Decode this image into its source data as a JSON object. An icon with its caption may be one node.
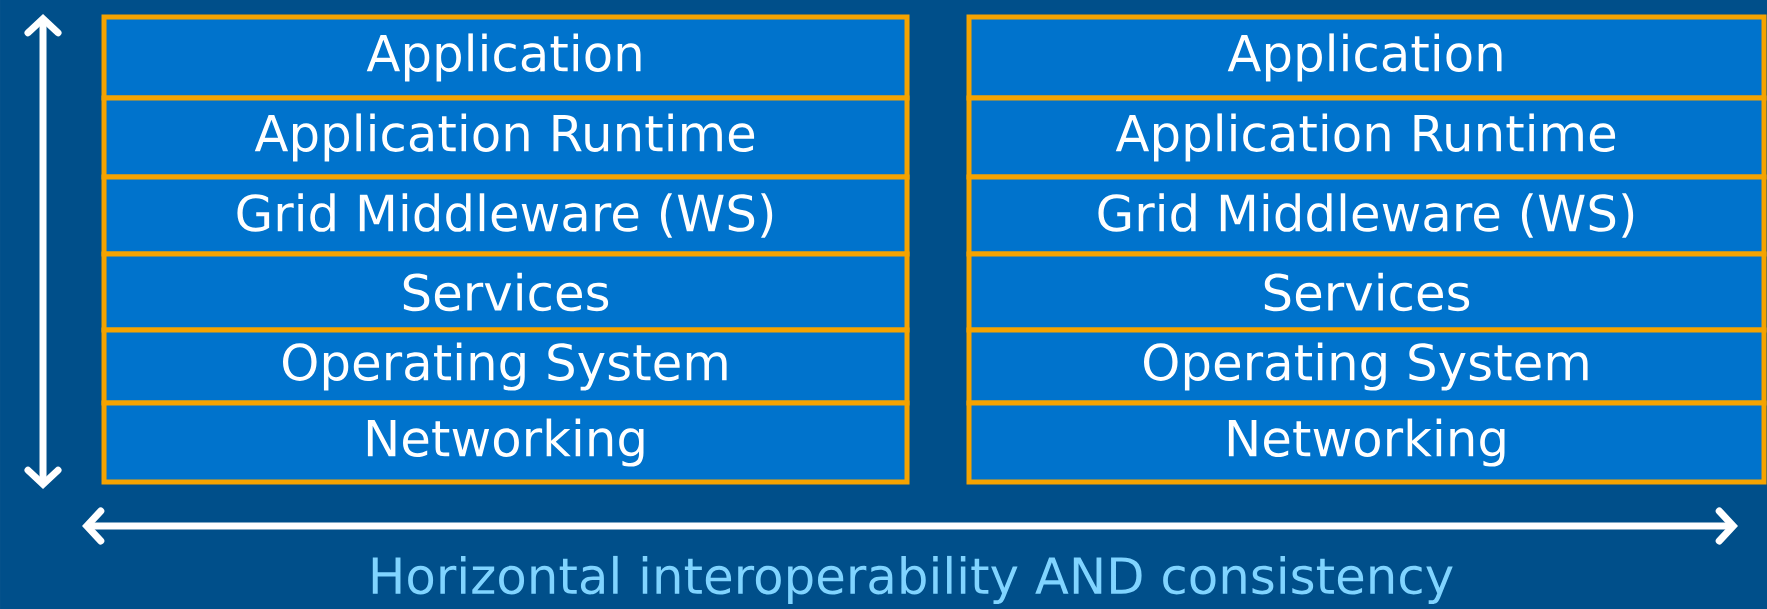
{
  "diagram": {
    "nodes": [
      {
        "text": [
          "Application"
        ]
      },
      {
        "text": [
          "Application Runtime"
        ]
      },
      {
        "text": [
          "Grid Middleware (WS)"
        ]
      },
      {
        "text": [
          "Services"
        ]
      },
      {
        "text": [
          "Operating System"
        ]
      },
      {
        "text": [
          "Networking"
        ]
      },
      {
        "text": [
          "Application"
        ]
      },
      {
        "text": [
          "Application Runtime"
        ]
      },
      {
        "text": [
          "Grid Middleware (WS)"
        ]
      },
      {
        "text": [
          "Services"
        ]
      },
      {
        "text": [
          "Operating System"
        ]
      },
      {
        "text": [
          "Networking"
        ]
      }
    ],
    "labels": [
      "Horizontal interoperability AND consistency"
    ]
  }
}
